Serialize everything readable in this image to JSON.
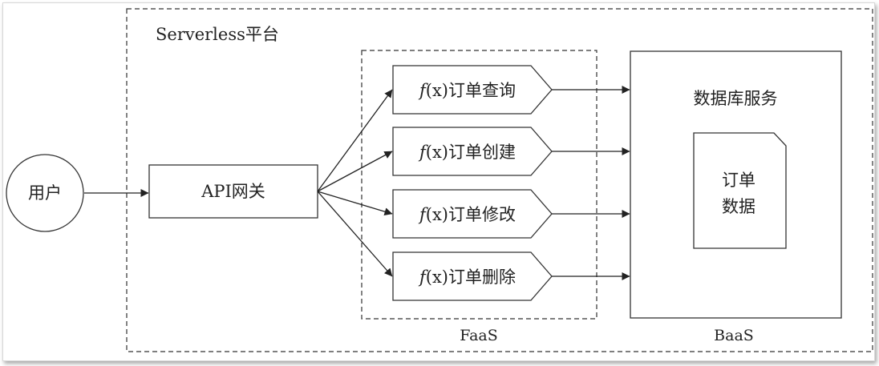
{
  "diagram": {
    "platform_label": "Serverless平台",
    "user_label": "用户",
    "gateway_label": "API网关",
    "function_prefix": "f",
    "function_var": "(x)",
    "functions": [
      "订单查询",
      "订单创建",
      "订单修改",
      "订单删除"
    ],
    "faas_label": "FaaS",
    "db_service_label": "数据库服务",
    "order_data_line1": "订单",
    "order_data_line2": "数据",
    "baas_label": "BaaS"
  }
}
